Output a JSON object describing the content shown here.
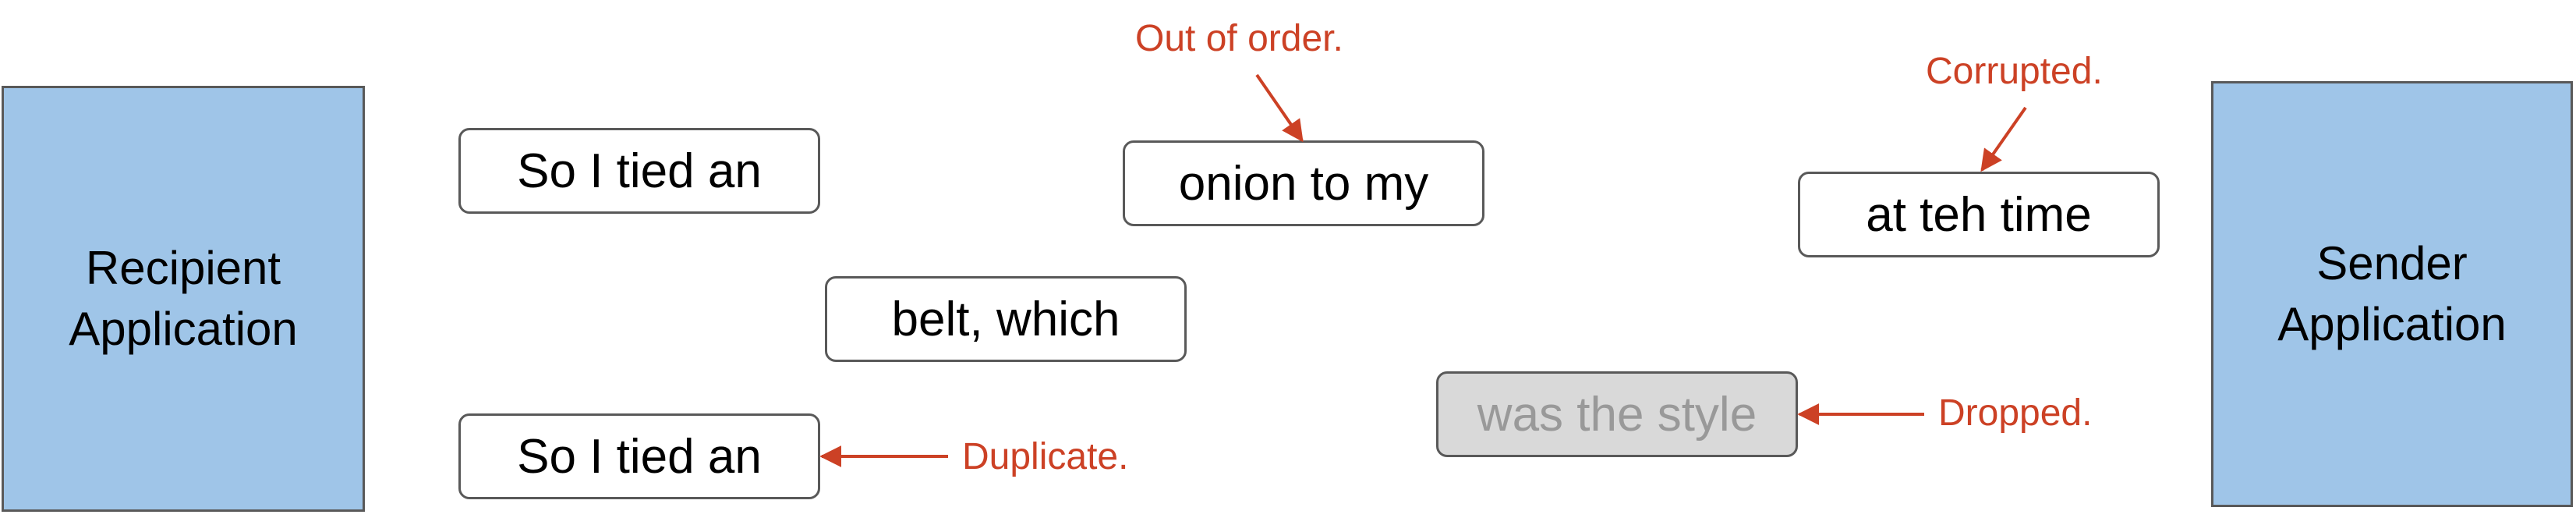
{
  "recipient": {
    "line1": "Recipient",
    "line2": "Application"
  },
  "sender": {
    "line1": "Sender",
    "line2": "Application"
  },
  "packets": {
    "p1": "So I tied an",
    "p2": "belt, which",
    "p3": "So I tied an",
    "p4": "onion to my",
    "p5": "was the style",
    "p6": "at teh time"
  },
  "annotations": {
    "out_of_order": "Out of order.",
    "corrupted": "Corrupted.",
    "dropped": "Dropped.",
    "duplicate": "Duplicate."
  },
  "colors": {
    "app_fill": "#9fc5e8",
    "annotation": "#cc4125",
    "dropped_fill": "#d9d9d9"
  }
}
